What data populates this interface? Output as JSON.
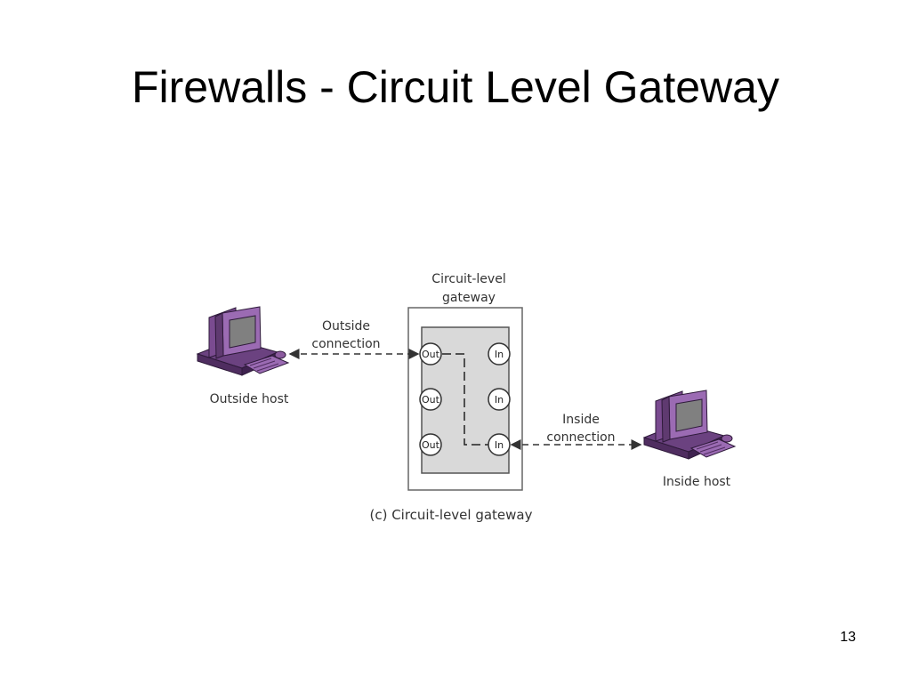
{
  "slide": {
    "title": "Firewalls - Circuit Level Gateway",
    "page_number": "13"
  },
  "diagram": {
    "gateway_label_line1": "Circuit-level",
    "gateway_label_line2": "gateway",
    "outside_connection_line1": "Outside",
    "outside_connection_line2": "connection",
    "inside_connection_line1": "Inside",
    "inside_connection_line2": "connection",
    "outside_host_label": "Outside host",
    "inside_host_label": "Inside host",
    "caption": "(c) Circuit-level gateway",
    "out_ports": [
      "Out",
      "Out",
      "Out"
    ],
    "in_ports": [
      "In",
      "In",
      "In"
    ],
    "colors": {
      "computer": "#8b5a9e",
      "computer_dark": "#5f3a70",
      "screen": "#7a7a7a",
      "gateway_fill": "#d9d9d9"
    }
  }
}
